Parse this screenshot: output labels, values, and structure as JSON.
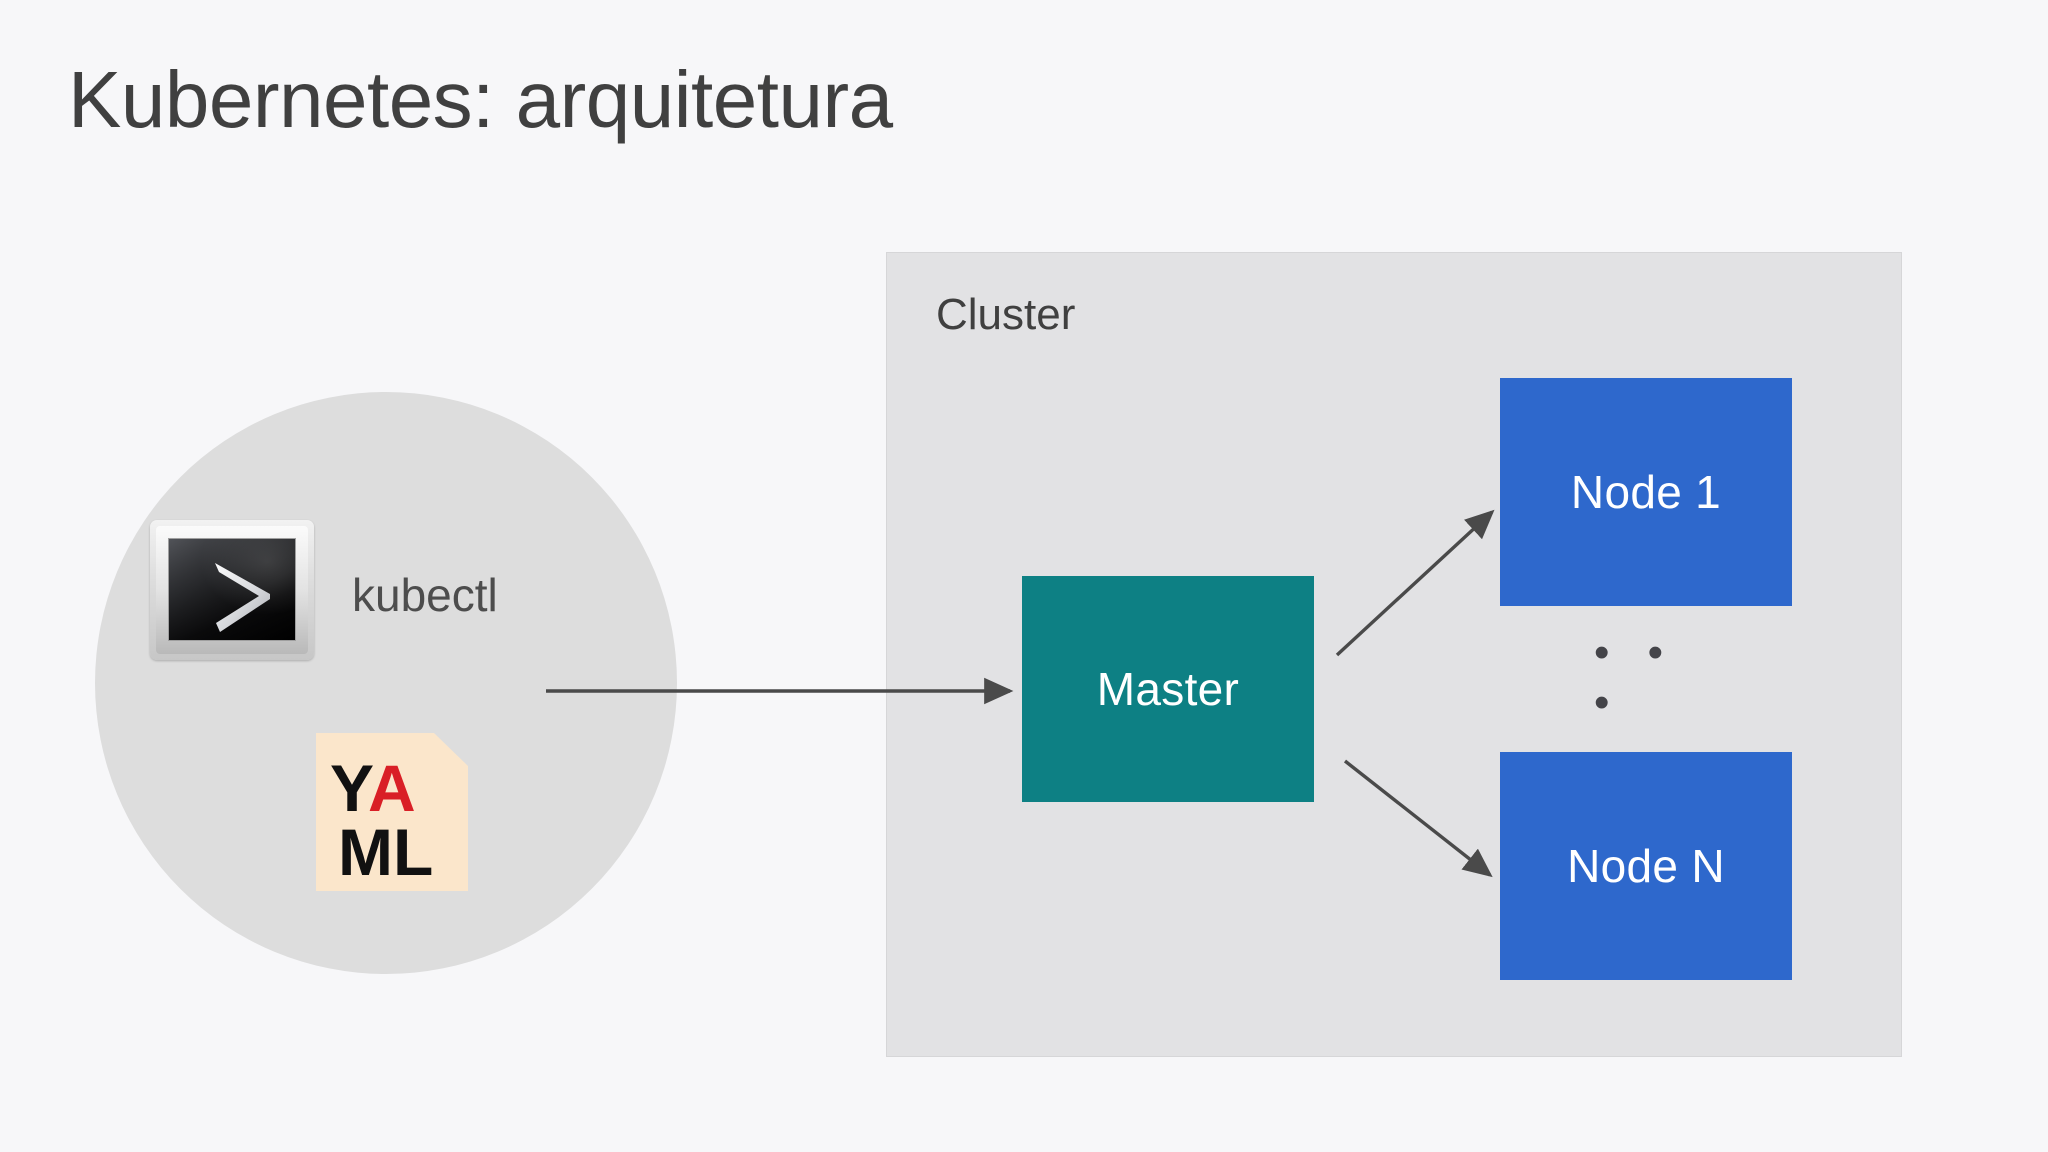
{
  "slide": {
    "title": "Kubernetes: arquitetura",
    "background_color": "#f7f7f9"
  },
  "client": {
    "circle_color": "#dddddd",
    "kubectl_label": "kubectl",
    "terminal_icon_name": "terminal-icon",
    "terminal_prompt_glyph": ">",
    "yaml_icon_name": "yaml-file-icon",
    "yaml_text_line1_black": "Y",
    "yaml_text_line1_red": "A",
    "yaml_text_line2": "ML",
    "yaml_paper_color": "#fbe6cb",
    "yaml_red": "#d91f26",
    "yaml_black": "#111111"
  },
  "cluster": {
    "label": "Cluster",
    "panel_color": "#e2e2e4",
    "master": {
      "label": "Master",
      "color": "#0d8084"
    },
    "nodes": [
      {
        "label": "Node 1",
        "color": "#2e68cc"
      },
      {
        "label": "Node N",
        "color": "#2e68cc"
      }
    ],
    "ellipsis": "• • •"
  },
  "arrows": {
    "color": "#4a4a4a",
    "kubectl_to_master": "kubectl-to-master-arrow",
    "master_to_node1": "master-to-node1-arrow",
    "master_to_nodeN": "master-to-nodeN-arrow"
  }
}
